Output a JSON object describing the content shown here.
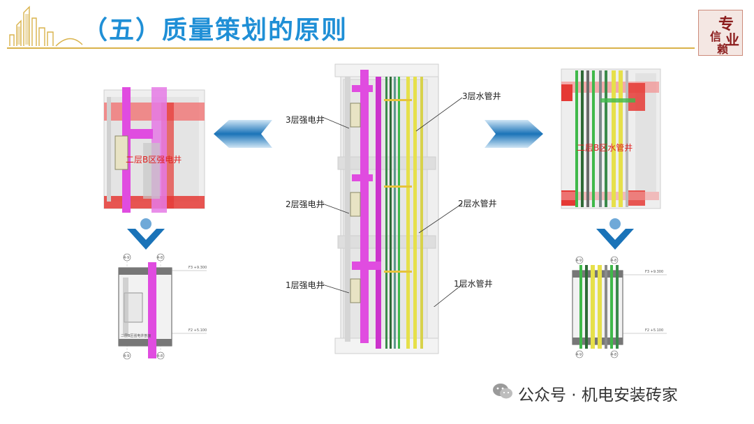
{
  "slide": {
    "title": "（五）质量策划的原则",
    "seal_text": [
      "专",
      "业",
      "信",
      "赖"
    ]
  },
  "center_model": {
    "labels": {
      "floor3_power": "3层强电井",
      "floor2_power": "2层强电井",
      "floor1_power": "1层强电井",
      "floor3_water": "3层水管井",
      "floor2_water": "2层水管井",
      "floor1_water": "1层水管井"
    }
  },
  "left_model": {
    "label": "二层B区强电井"
  },
  "right_model": {
    "label": "二层B区水管井"
  },
  "left_plan": {
    "axis_top": [
      "4-9",
      "4-8"
    ],
    "axis_bottom": [
      "4-9",
      "4-8"
    ],
    "level_upper": "F3 +9.300",
    "level_lower": "F2 +5.100",
    "caption": "二层B区强电井剖面"
  },
  "right_plan": {
    "axis_top": [
      "4-9",
      "4-8"
    ],
    "axis_bottom": [
      "4-9",
      "4-8"
    ],
    "level_upper": "F3 +9.300",
    "level_lower": "F2 +5.100"
  },
  "footer": {
    "text": "公众号 · 机电安装砖家"
  },
  "colors": {
    "title_blue": "#1f8fd6",
    "gold_line": "#d9b24a",
    "magenta_duct": "#e04ce0",
    "red_beam": "#e53935",
    "yellow_pipe": "#e6e04a",
    "green_pipe": "#3fb94a",
    "arrow_blue": "#1a73b8"
  }
}
